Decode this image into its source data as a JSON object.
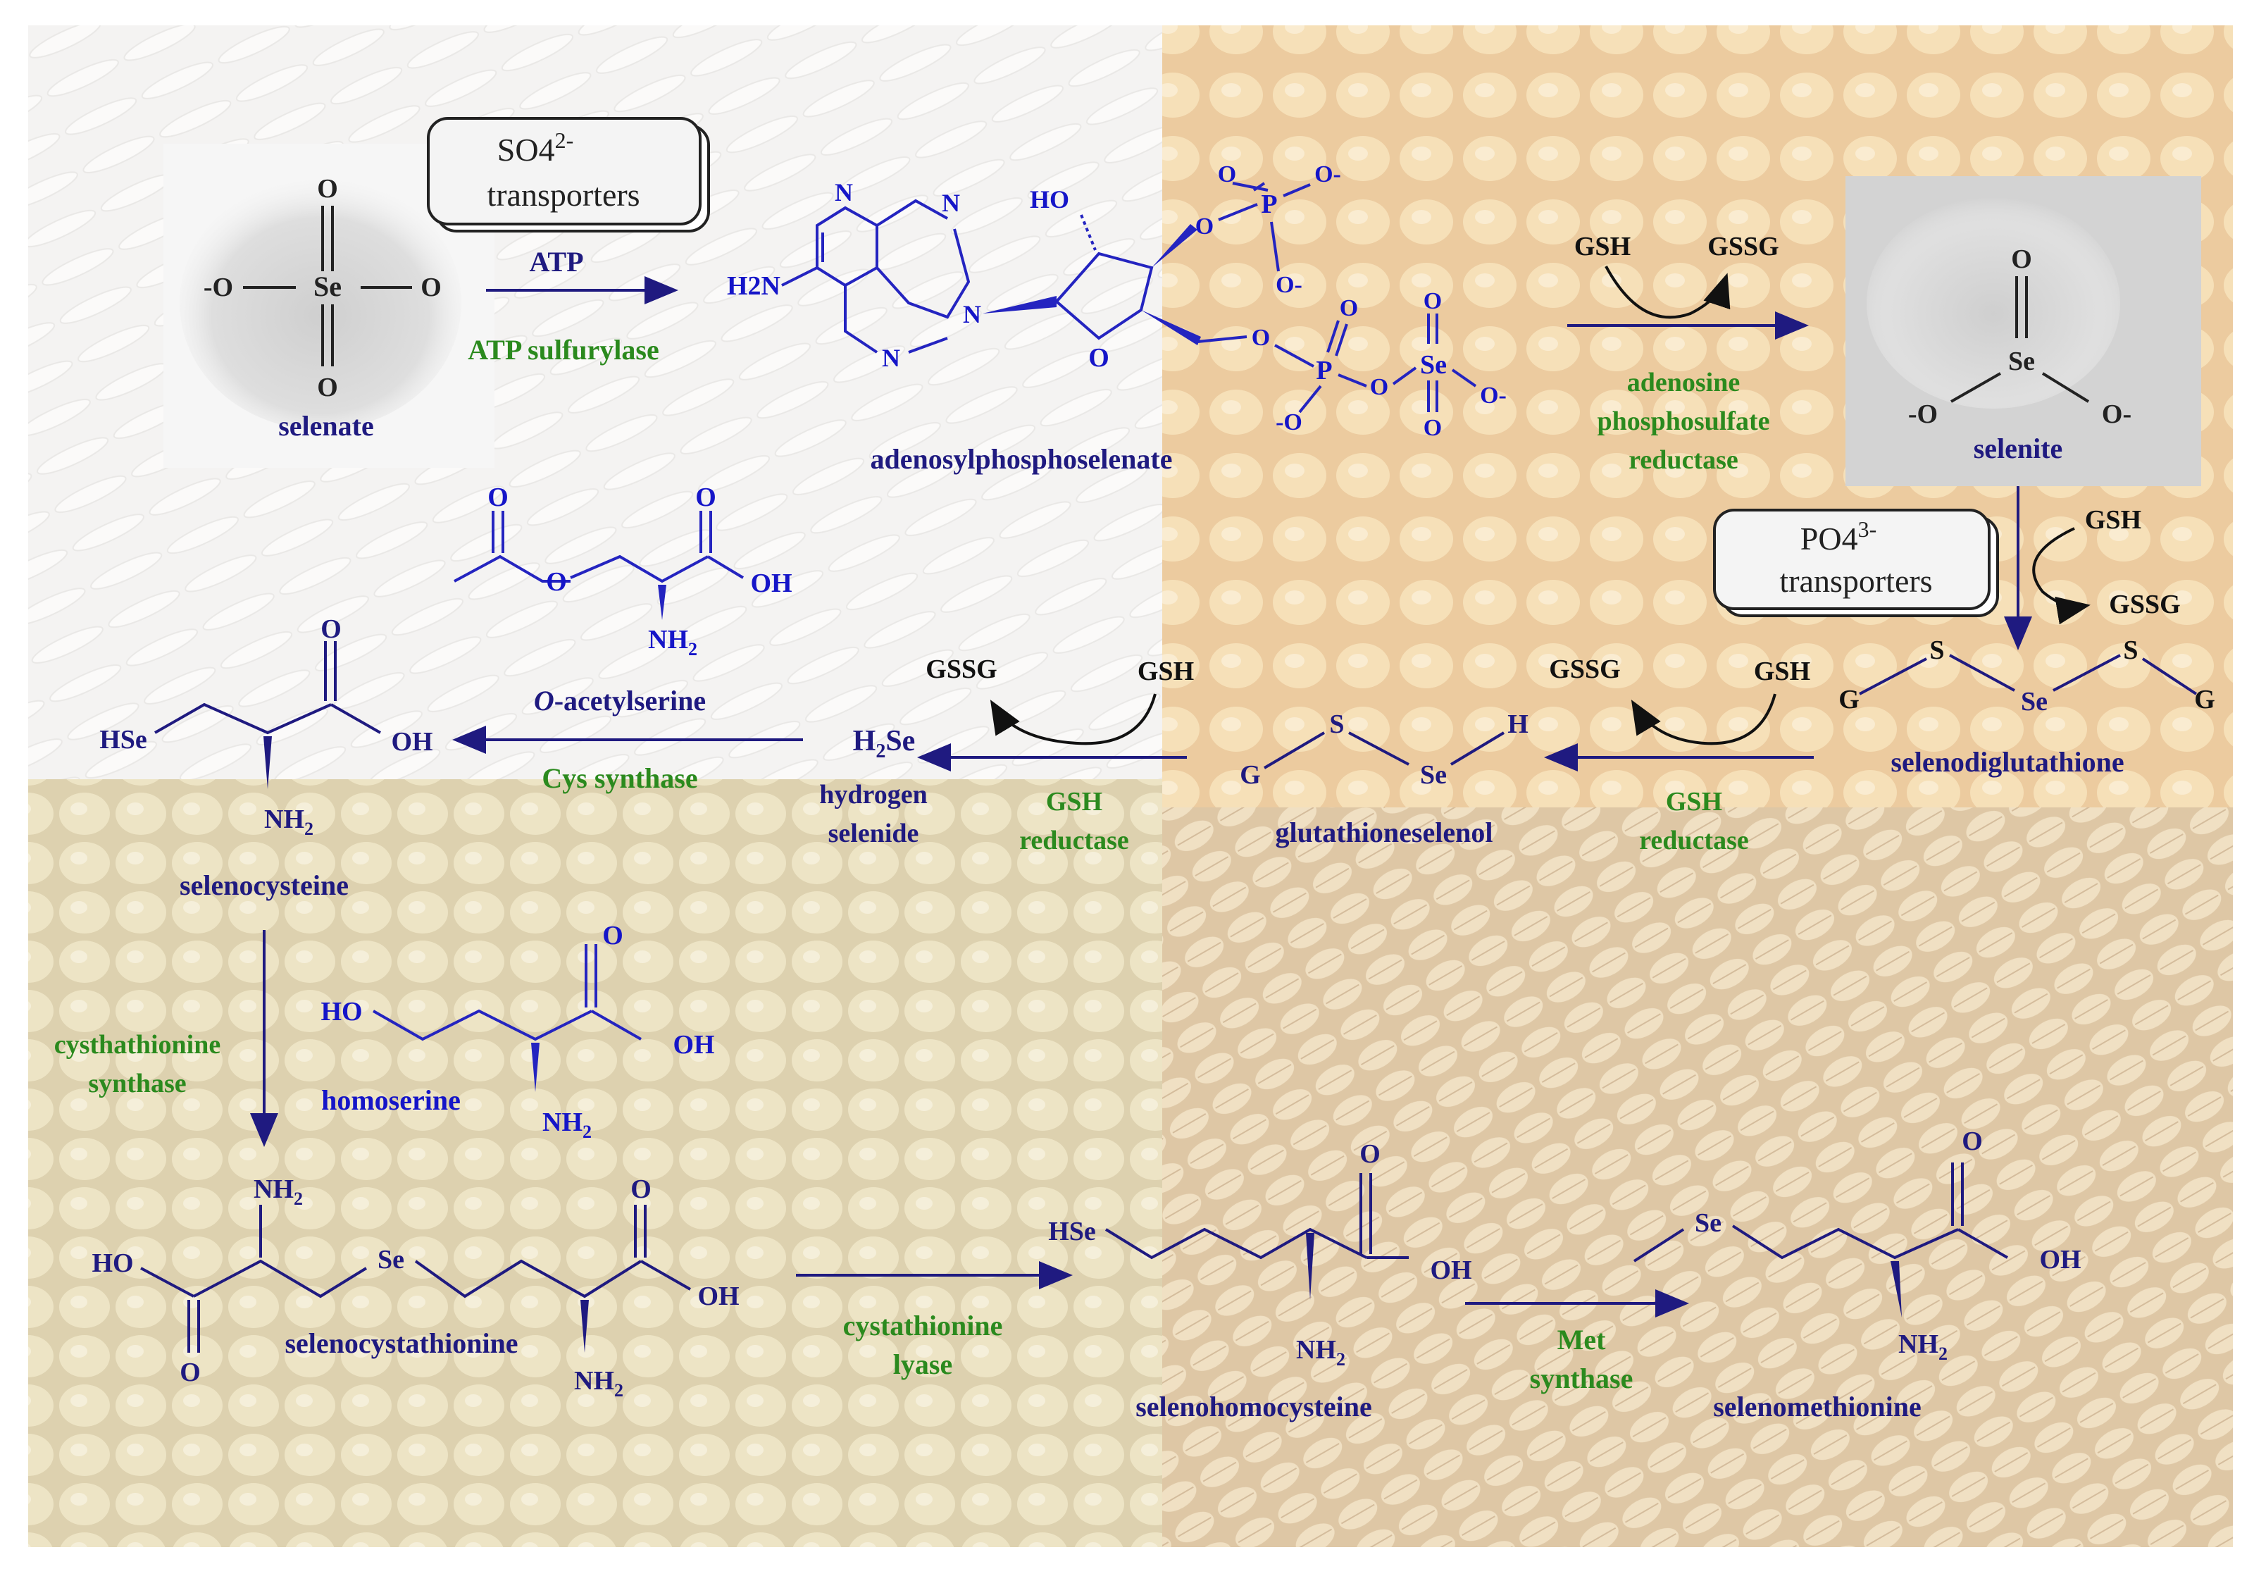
{
  "labels": {
    "selenate": "selenate",
    "selenite": "selenite",
    "so4_transporters_line1": "SO4",
    "so4_transporters_sup": "2-",
    "so4_transporters_line2": "transporters",
    "po4_transporters_line1": "PO4",
    "po4_transporters_sup": "3-",
    "po4_transporters_line2": "transporters",
    "atp": "ATP",
    "atp_sulfurylase": "ATP  sulfurylase",
    "adenosylphosphoselenate": "adenosylphosphoselenate",
    "aps_reductase_1": "adenosine",
    "aps_reductase_2": "phosphosulfate",
    "aps_reductase_3": "reductase",
    "gsh": "GSH",
    "gssg": "GSSG",
    "selenodiglutathione": "selenodiglutathione",
    "glutathioneselenol": "glutathioneselenol",
    "gsh_reductase_1": "GSH",
    "gsh_reductase_2": "reductase",
    "hydrogen_selenide_formula": "H2Se",
    "hydrogen_selenide_1": "hydrogen",
    "hydrogen_selenide_2": "selenide",
    "o_acetylserine_italic": "O",
    "o_acetylserine_rest": "-acetylserine",
    "cys_synthase": "Cys synthase",
    "selenocysteine": "selenocysteine",
    "cysthathionine_1": "cysthathionine",
    "cysthathionine_2": "synthase",
    "homoserine": "homoserine",
    "selenocystathionine": "selenocystathionine",
    "cystathionine_lyase_1": "cystathionine",
    "cystathionine_lyase_2": "lyase",
    "selenohomocysteine": "selenohomocysteine",
    "met_synthase_1": "Met",
    "met_synthase_2": "synthase",
    "selenomethionine": "selenomethionine"
  },
  "atoms": {
    "O": "O",
    "Se": "Se",
    "S": "S",
    "G": "G",
    "H": "H",
    "N": "N",
    "OH": "OH",
    "HO": "HO",
    "HSe": "HSe",
    "NH2": "NH2",
    "O_minus": "-O",
    "O_minus_r": "O-",
    "H2N": "H2N"
  },
  "colors": {
    "rice": "#e9e6e4",
    "corn": "#e7c07f",
    "soy": "#dccb95",
    "wheat": "#d8b880",
    "navy": "#1f1a80",
    "blue": "#1515c8",
    "green": "#2b8a1e"
  }
}
